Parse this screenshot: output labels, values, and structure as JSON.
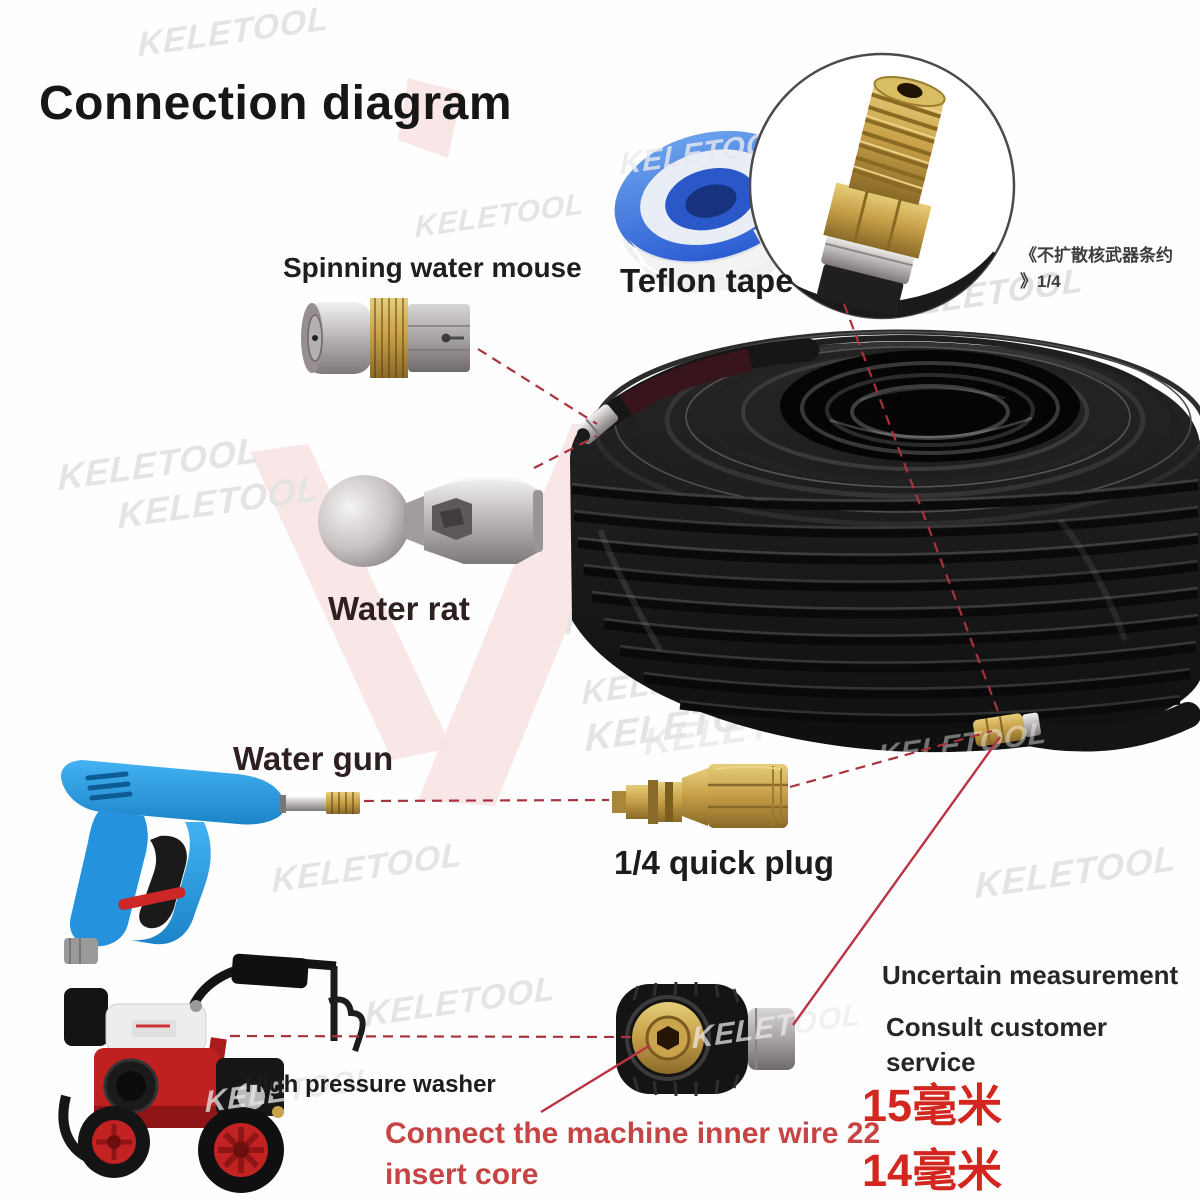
{
  "brand_watermark": "KELETOOL",
  "title": "Connection diagram",
  "labels": {
    "spinning_water_mouse": "Spinning water mouse",
    "teflon_tape": "Teflon tape",
    "fitting_note_line1": "《不扩散核武器条约",
    "fitting_note_line2": "》1/4",
    "water_rat": "Water rat",
    "water_gun": "Water gun",
    "quick_plug": "1/4 quick plug",
    "high_pressure_washer": "High pressure washer",
    "uncertain_measurement": "Uncertain measurement",
    "consult_customer_line1": "Consult customer",
    "consult_customer_line2": "service",
    "size_option_1": "15毫米",
    "size_option_2": "14毫米",
    "connect_note_line1": "Connect the machine inner wire 22",
    "connect_note_line2": "insert core"
  },
  "colors": {
    "background": "#fefefe",
    "title_text": "#161616",
    "label_text": "#222222",
    "red_size_text": "#d2261f",
    "red_note_text": "#c64444",
    "connector_line": "#a8323e",
    "watermark_gray": "#e4e4e4",
    "logo_pink": "#f8e3e3",
    "gun_blue": "#2b9fe8",
    "brass": "#c9a24a",
    "chrome": "#b9b4b4",
    "hose_black": "#161616",
    "washer_red": "#c32222",
    "teflon_blue": "#3a7ce0"
  }
}
